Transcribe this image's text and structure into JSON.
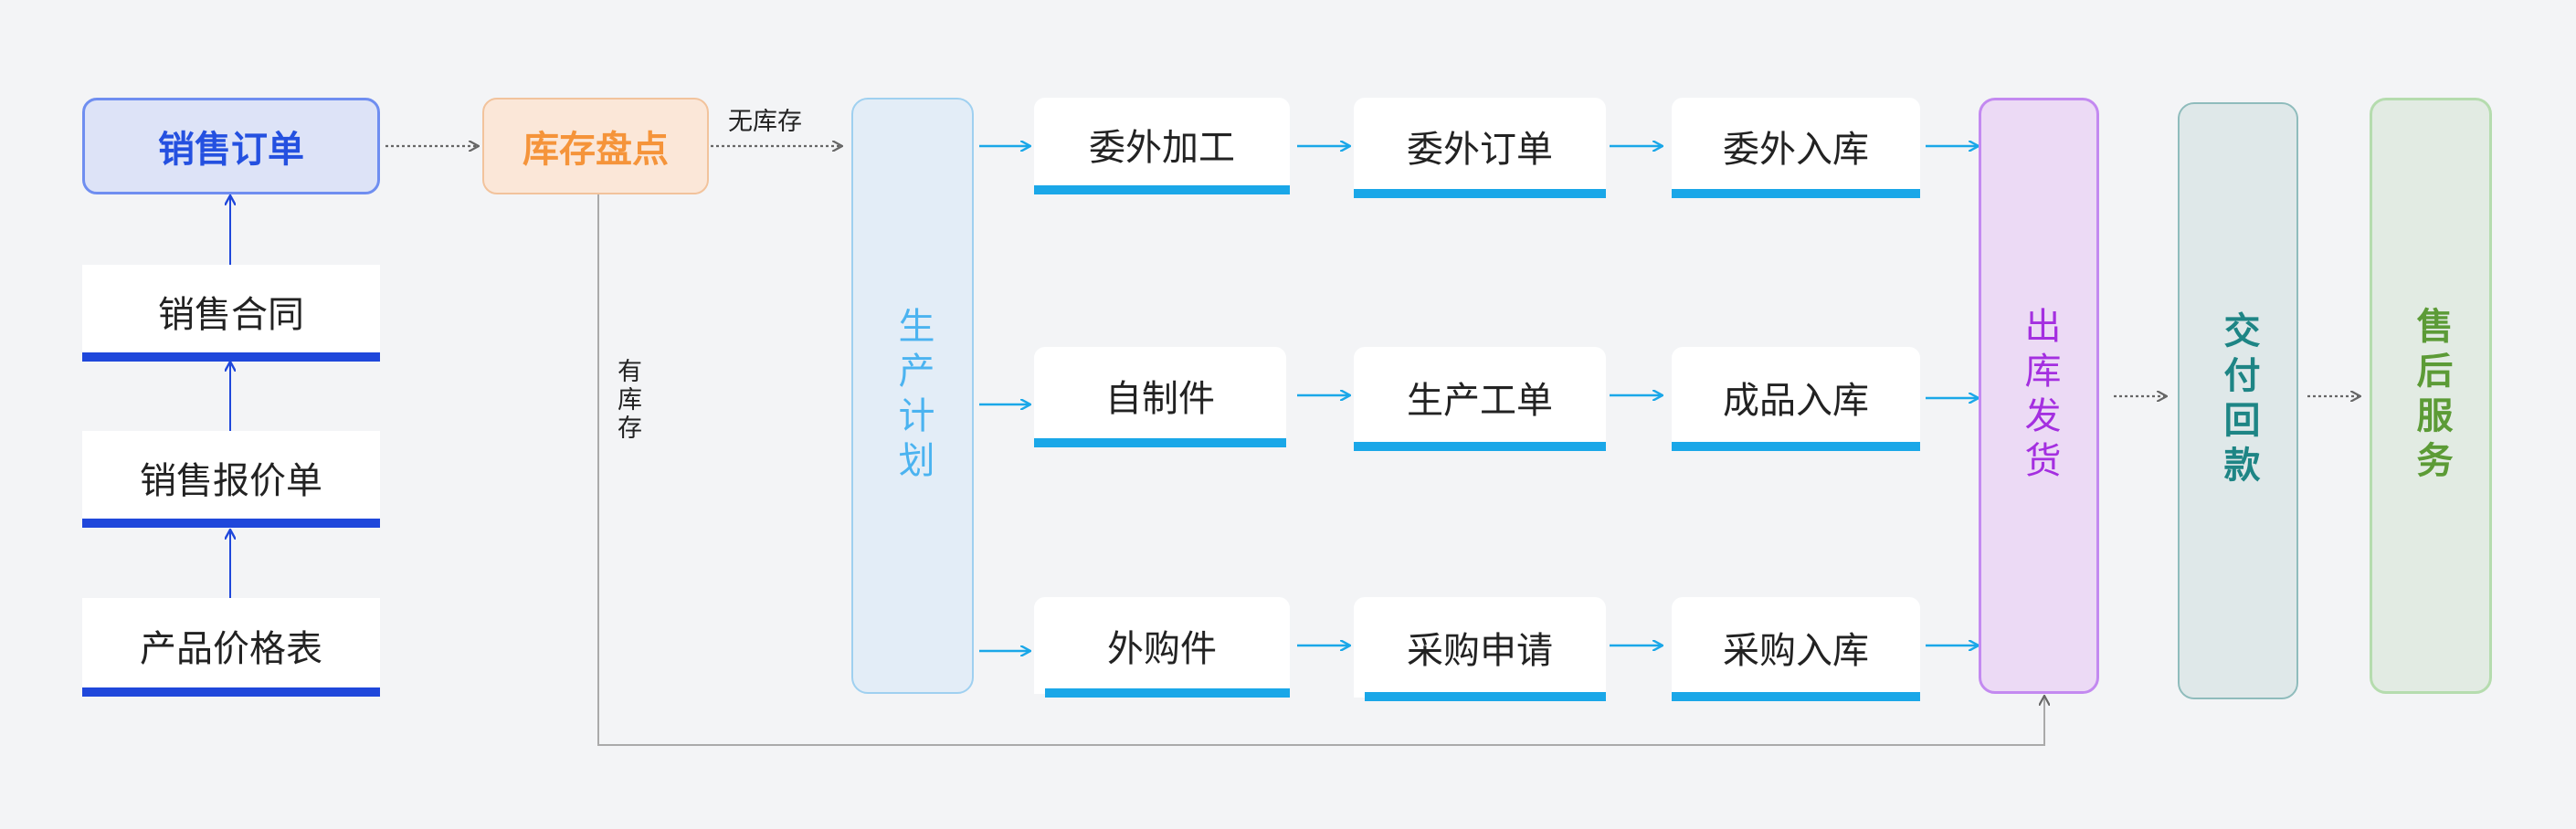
{
  "sales": {
    "order": "销售订单",
    "contract": "销售合同",
    "quotation": "销售报价单",
    "price_list": "产品价格表"
  },
  "inventory": {
    "check": "库存盘点",
    "no_stock": "无库存",
    "has_stock": "有库存"
  },
  "plan": {
    "title": "生产计划"
  },
  "rows": {
    "outsource": {
      "processing": "委外加工",
      "order": "委外订单",
      "inbound": "委外入库"
    },
    "self_made": {
      "part": "自制件",
      "work_order": "生产工单",
      "inbound": "成品入库"
    },
    "purchase": {
      "part": "外购件",
      "request": "采购申请",
      "inbound": "采购入库"
    }
  },
  "ship": {
    "title": "出库发货"
  },
  "payment": {
    "title": "交付回款"
  },
  "after_sales": {
    "title": "售后服务"
  },
  "colors": {
    "background": "#f3f4f6",
    "sales_blue": "#2450e0",
    "underline_blue": "#1f47db",
    "cyan": "#1aa7e8",
    "inventory_orange": "#f5943a",
    "plan_blue": "#4bb3f0",
    "ship_purple": "#a42fe0",
    "payment_teal": "#1e8585",
    "after_green": "#5c9b36"
  }
}
